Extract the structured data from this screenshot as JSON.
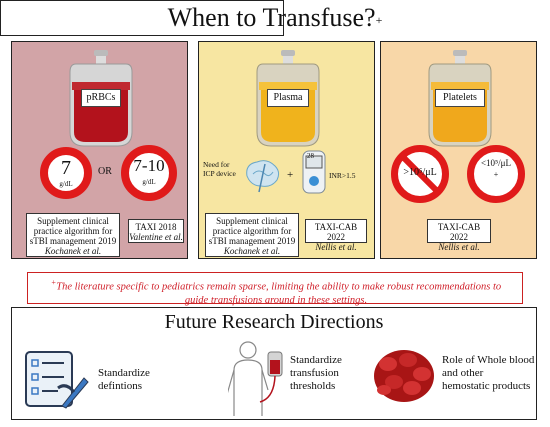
{
  "title": {
    "main": "When to Transfuse?",
    "sup": "+"
  },
  "panels": {
    "prbcs": {
      "bag_label": "pRBCs",
      "sign1_value": "7",
      "sign1_unit": "g/dL",
      "or": "OR",
      "sign2_value": "7-10",
      "sign2_unit": "g/dL",
      "ref1": [
        "Supplement clinical",
        "practice algorithm for",
        "sTBI management 2019",
        "Kochanek et al."
      ],
      "ref2": [
        "TAXI 2018",
        "Valentine et al."
      ],
      "color": "#d2a4a7"
    },
    "plasma": {
      "bag_label": "Plasma",
      "icp_text": [
        "Need for",
        "ICP device"
      ],
      "plus": "+",
      "meter_text": "28",
      "inr_text": "INR>1.5",
      "ref1": [
        "Supplement clinical",
        "practice algorithm for",
        "sTBI management 2019",
        "Kochanek et al."
      ],
      "ref2": [
        "TAXI-CAB 2022",
        "Nellis et al."
      ],
      "color": "#f7e6a2"
    },
    "platelets": {
      "bag_label": "Platelets",
      "sign1_text": ">10⁵/μL",
      "sign2_text": "<10⁵/μL",
      "sign2_plus": "+",
      "ref1": [
        "TAXI-CAB 2022",
        "Nellis et al."
      ],
      "color": "#f8d7a8"
    }
  },
  "note": {
    "sup": "+",
    "text": "The literature specific to pediatrics remain sparse, limiting the ability to make robust recommendations to guide transfusions around in these settings."
  },
  "future": {
    "title": "Future Research Directions",
    "item1": [
      "Standardize",
      "defintions"
    ],
    "item2": [
      "Standardize",
      "transfusion",
      "thresholds"
    ],
    "item3": [
      "Role of Whole blood",
      "and other",
      "hemostatic products"
    ]
  }
}
